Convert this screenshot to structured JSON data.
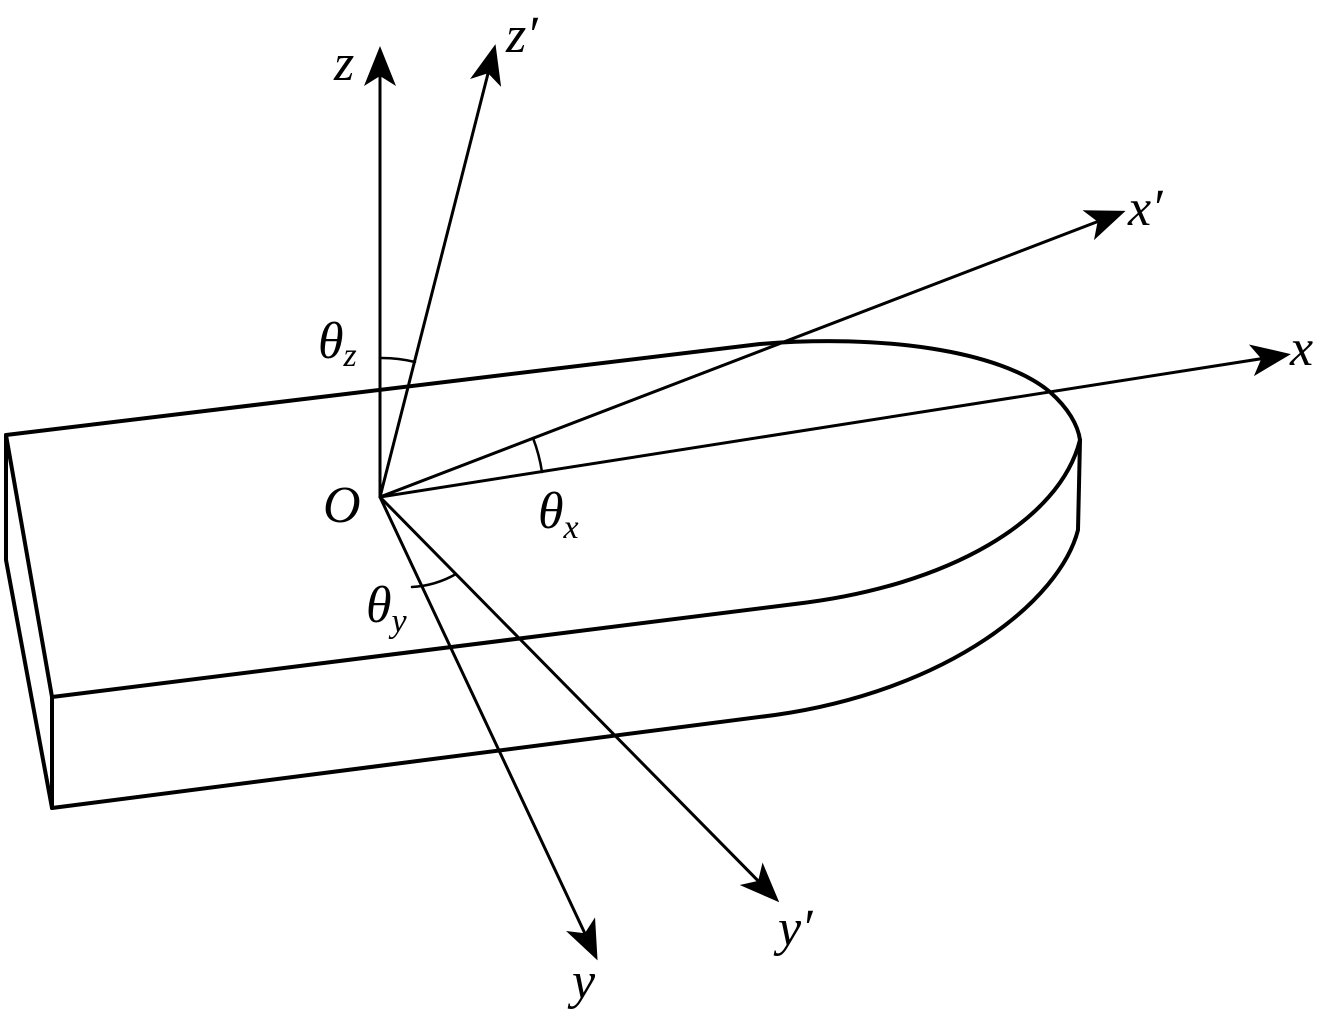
{
  "colors": {
    "stroke": "#000000",
    "background": "#ffffff"
  },
  "labels": {
    "origin": "O",
    "x": "x",
    "y": "y",
    "z": "z",
    "x_prime": "x′",
    "y_prime": "y′",
    "z_prime": "z′",
    "theta": "θ",
    "theta_x_sub": "x",
    "theta_y_sub": "y",
    "theta_z_sub": "z"
  }
}
